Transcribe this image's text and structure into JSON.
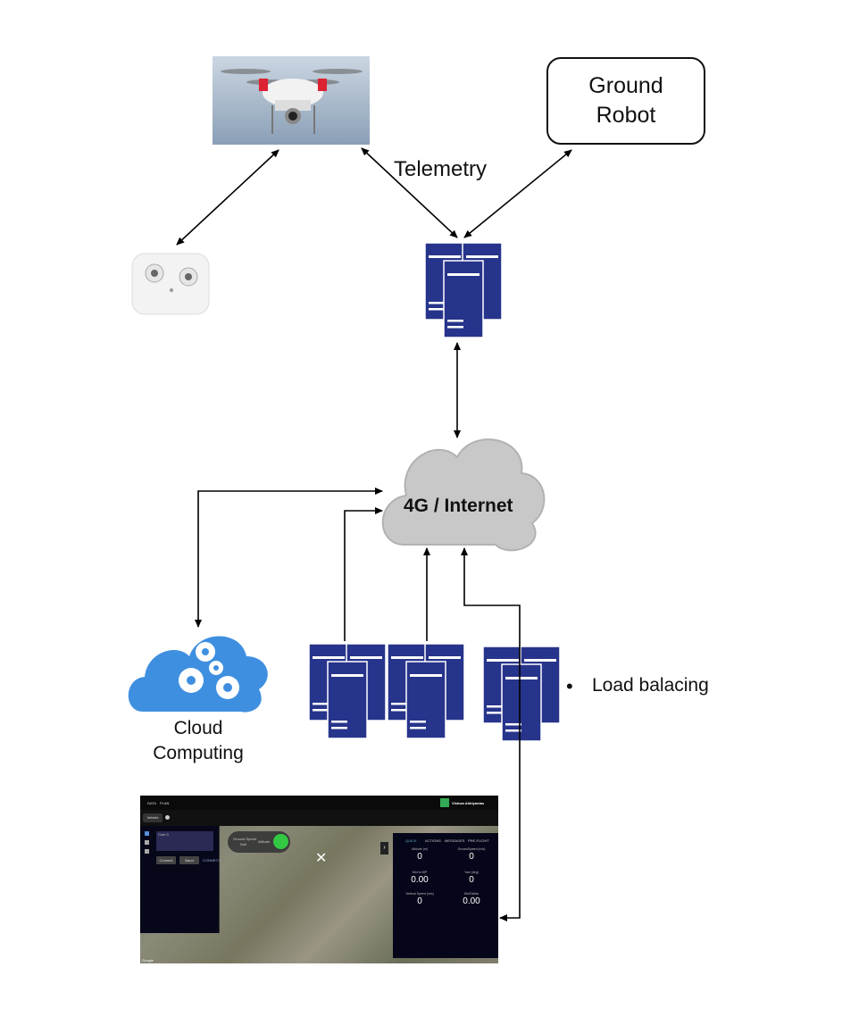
{
  "ground_robot": {
    "label": "Ground\nRobot"
  },
  "telemetry_label": "Telemetry",
  "cloud_label": "4G / Internet",
  "cloud_computing_label": "Cloud\nComputing",
  "load_balancing": {
    "bullet": "•",
    "label": "Load balacing"
  },
  "dashboard": {
    "tabs": [
      "DATA",
      "PLAN"
    ],
    "brand": "Vishwa Abhiyantas",
    "vehicle_button": "Vehicle",
    "vehicle_name": "Com 3",
    "connect_label": "CONNECT",
    "left_buttons": [
      "Connect",
      "Baud"
    ],
    "hud": {
      "ground_speed": "Ground Speed",
      "altitude": "Altitude",
      "hud_value": "Null"
    },
    "panel_tabs": [
      "QUICK",
      "ACTIONS",
      "MESSAGES",
      "PRE-FLIGHT"
    ],
    "metrics": [
      {
        "label": "Altitude (m)",
        "value": "0"
      },
      {
        "label": "GroundSpeed (m/s)",
        "value": "0"
      },
      {
        "label": "Dist to WP",
        "value": "0.00"
      },
      {
        "label": "Yaw (deg)",
        "value": "0"
      },
      {
        "label": "Vertical Speed (m/s)",
        "value": "0"
      },
      {
        "label": "DistToMav",
        "value": "0.00"
      }
    ],
    "google": "Google"
  },
  "colors": {
    "server": "#27348b",
    "cloud_gray": "#c8c8c8",
    "cloud_blue": "#3f8fe0"
  }
}
